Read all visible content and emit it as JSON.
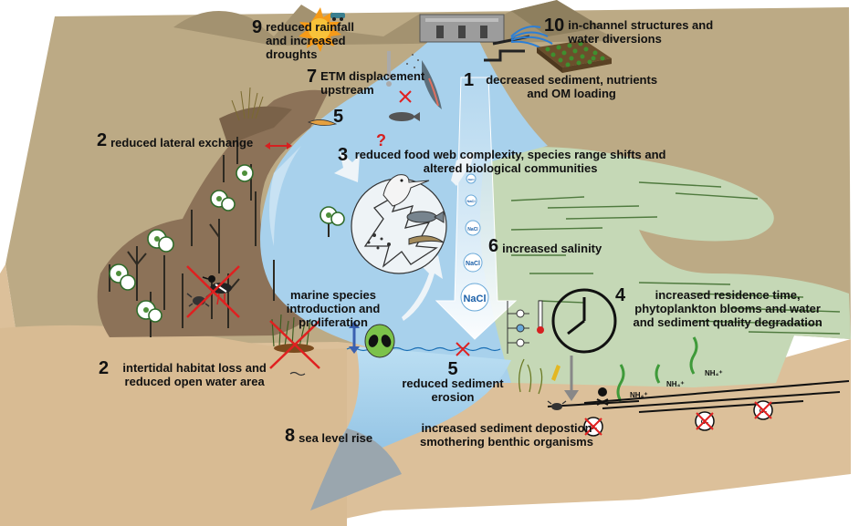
{
  "labels": {
    "l9": {
      "num": "9",
      "text": "reduced rainfall and increased droughts"
    },
    "l10": {
      "num": "10",
      "text": "in-channel structures and water diversions"
    },
    "l7": {
      "num": "7",
      "text": "ETM displacement upstream"
    },
    "l1": {
      "num": "1",
      "text": "decreased sediment, nutrients and OM loading"
    },
    "l5a": {
      "num": "5",
      "text": ""
    },
    "l2a": {
      "num": "2",
      "text": "reduced lateral exchange"
    },
    "l3": {
      "num": "3",
      "text": "reduced food web complexity, species range shifts and altered biological communities"
    },
    "l6": {
      "num": "6",
      "text": "increased salinity"
    },
    "l4": {
      "num": "4",
      "text": "increased residence time, phytoplankton blooms and water and sediment quality degradation"
    },
    "lmarine": {
      "text": "marine species introduction and proliferation"
    },
    "l2b": {
      "num": "2",
      "text": "intertidal habitat loss and reduced open water area"
    },
    "l5b": {
      "num": "5",
      "text": "reduced sediment erosion"
    },
    "l8": {
      "num": "8",
      "text": "sea level rise"
    },
    "ldep": {
      "text": "increased sediment depostion smothering benthic organisms"
    }
  },
  "symbols": {
    "salt": "NaCl",
    "ammonium": "NH₄⁺",
    "question": "?",
    "oxygen": "O₂"
  },
  "icons": [
    "sun-icon",
    "dam-icon",
    "irrigation-pipe-icon",
    "crop-field-icon",
    "fish-icon",
    "pelican-icon",
    "eel-icon",
    "alien-icon",
    "clock-icon",
    "skull-icon",
    "crab-icon",
    "bird-icon",
    "mangrove-tree-icon",
    "thermometer-icon",
    "no-oxygen-icon"
  ],
  "colors": {
    "land": "#bcaa85",
    "water": "#a8d1ec",
    "marsh": "#c9dbba",
    "soil": "#8c7258",
    "sand": "#dcc09a"
  }
}
